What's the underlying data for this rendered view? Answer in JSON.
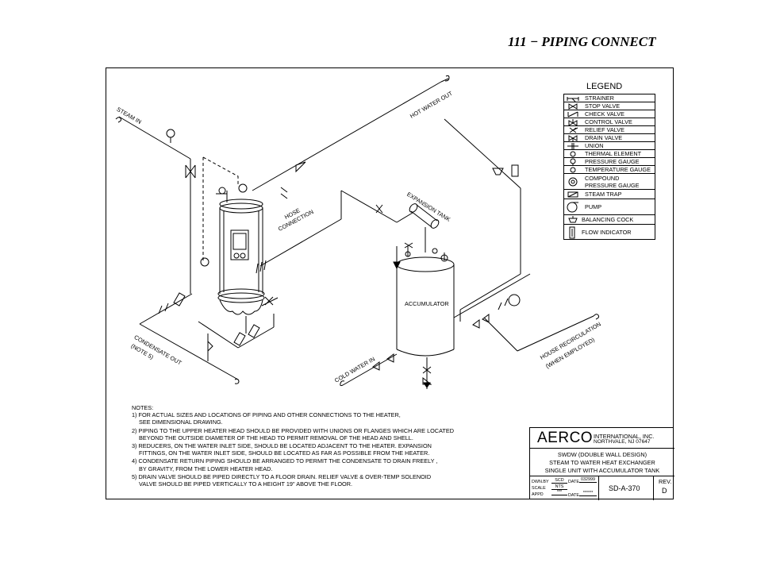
{
  "page": {
    "title": "111 − PIPING CONNECT"
  },
  "legend": {
    "title": "LEGEND",
    "items": [
      {
        "label": "STRAINER",
        "icon": "strainer-icon"
      },
      {
        "label": "STOP VALVE",
        "icon": "stop-valve-icon"
      },
      {
        "label": "CHECK VALVE",
        "icon": "check-valve-icon"
      },
      {
        "label": "CONTROL VALVE",
        "icon": "control-valve-icon"
      },
      {
        "label": "RELIEF VALVE",
        "icon": "relief-valve-icon"
      },
      {
        "label": "DRAIN VALVE",
        "icon": "drain-valve-icon"
      },
      {
        "label": "UNION",
        "icon": "union-icon"
      },
      {
        "label": "THERMAL ELEMENT",
        "icon": "thermal-element-icon"
      },
      {
        "label": "PRESSURE GAUGE",
        "icon": "pressure-gauge-icon"
      },
      {
        "label": "TEMPERATURE GAUGE",
        "icon": "temperature-gauge-icon"
      },
      {
        "label": "COMPOUND PRESSURE GAUGE",
        "line1": "COMPOUND",
        "line2": "PRESSURE GAUGE",
        "icon": "compound-gauge-icon"
      },
      {
        "label": "STEAM TRAP",
        "icon": "steam-trap-icon"
      },
      {
        "label": "PUMP",
        "icon": "pump-icon"
      },
      {
        "label": "BALANCING COCK",
        "icon": "balancing-cock-icon"
      },
      {
        "label": "FLOW INDICATOR",
        "icon": "flow-indicator-icon"
      }
    ]
  },
  "diagram": {
    "labels": {
      "steam_in": "STEAM IN",
      "hot_water_out": "HOT WATER OUT",
      "expansion_tank": "EXPANSION TANK",
      "hose_connection_1": "HOSE",
      "hose_connection_2": "CONNECTION",
      "accumulator": "ACCUMULATOR",
      "condensate_out": "CONDENSATE OUT",
      "note5": "(NOTE 5)",
      "cold_water_in": "COLD WATER IN",
      "house_recirc_1": "HOUSE RECIRCULATION",
      "house_recirc_2": "(WHEN EMPLOYED)"
    }
  },
  "notes": {
    "heading": "NOTES:",
    "lines": [
      "1) FOR ACTUAL SIZES AND LOCATIONS OF PIPING AND OTHER CONNECTIONS TO THE HEATER,",
      "SEE DIMENSIONAL DRAWING.",
      "2) PIPING TO THE UPPER HEATER HEAD SHOULD BE PROVIDED WITH UNIONS OR FLANGES WHICH ARE LOCATED",
      "BEYOND THE OUTSIDE DIAMETER OF THE HEAD TO PERMIT REMOVAL OF THE HEAD AND SHELL.",
      "3) REDUCERS, ON THE WATER INLET SIDE, SHOULD BE LOCATED ADJACENT TO THE HEATER. EXPANSION",
      "FITTINGS, ON THE  WATER INLET SIDE, SHOULD BE LOCATED AS FAR AS POSSIBLE FROM THE HEATER.",
      "4) CONDENSATE RETURN PIPING SHOULD BE ARRANGED TO PERMIT THE CONDENSATE TO DRAIN FREELY ,",
      "BY GRAVITY, FROM THE LOWER HEATER HEAD.",
      "5) DRAIN VALVE SHOULD BE PIPED DIRECTLY TO A FLOOR DRAIN. RELIEF VALVE & OVER-TEMP SOLENOID",
      "VALVE SHOULD BE PIPED VERTICALLY TO A HEIGHT 19\" ABOVE THE FLOOR."
    ]
  },
  "title_block": {
    "brand": "AERCO",
    "company_line1": "INTERNATIONAL, INC.",
    "company_line2": "NORTHVALE, NJ  07647",
    "desc_line1": "SWDW (DOUBLE WALL DESIGN)",
    "desc_line2": "STEAM TO WATER HEAT EXCHANGER",
    "desc_line3": "SINGLE UNIT WITH ACCUMULATOR TANK",
    "dwn_by_label": "DWN.BY",
    "dwn_by": "SCD",
    "date_label": "DATE",
    "date": "032999",
    "scale_label": "SCALE",
    "scale": "NTS",
    "appd_label": "APPD",
    "appd": "***",
    "appd_date": "******",
    "drawing_number": "SD-A-370",
    "rev_label": "REV.",
    "rev": "D"
  }
}
